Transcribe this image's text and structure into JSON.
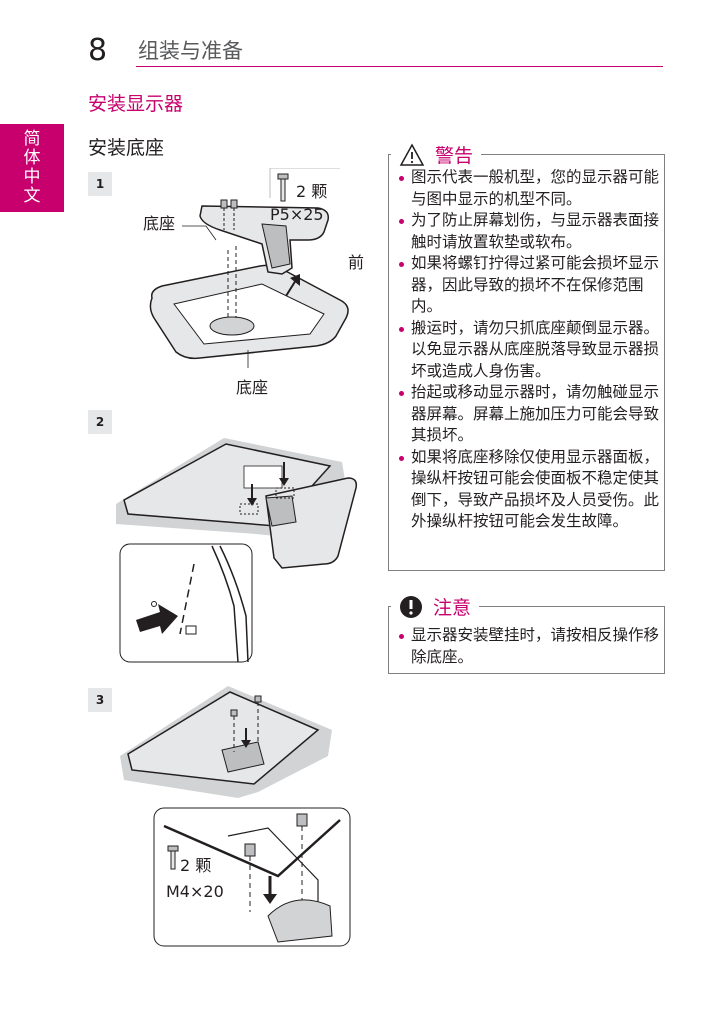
{
  "header": {
    "page_number": "8",
    "title": "组装与准备"
  },
  "section_title": "安装显示器",
  "side_tab": "简体中文",
  "subsection_title": "安装底座",
  "steps": [
    {
      "number": "1",
      "labels": {
        "stand_body": "底座",
        "front": "前",
        "stand_base": "底座",
        "screw_count": "2 颗",
        "screw_size": "P5×25"
      }
    },
    {
      "number": "2"
    },
    {
      "number": "3",
      "labels": {
        "screw_count": "2 颗",
        "screw_size": "M4×20"
      }
    }
  ],
  "warning": {
    "title": "警告",
    "items": [
      "图示代表一般机型，您的显示器可能与图中显示的机型不同。",
      "为了防止屏幕划伤，与显示器表面接触时请放置软垫或软布。",
      "如果将螺钉拧得过紧可能会损坏显示器，因此导致的损坏不在保修范围内。",
      "搬运时，请勿只抓底座颠倒显示器。以免显示器从底座脱落导致显示器损坏或造成人身伤害。",
      "抬起或移动显示器时，请勿触碰显示器屏幕。屏幕上施加压力可能会导致其损坏。",
      "如果将底座移除仅使用显示器面板，操纵杆按钮可能会使面板不稳定使其倒下，导致产品损坏及人员受伤。此外操纵杆按钮可能会发生故障。"
    ]
  },
  "caution": {
    "title": "注意",
    "items": [
      "显示器安装壁挂时，请按相反操作移除底座。"
    ]
  }
}
